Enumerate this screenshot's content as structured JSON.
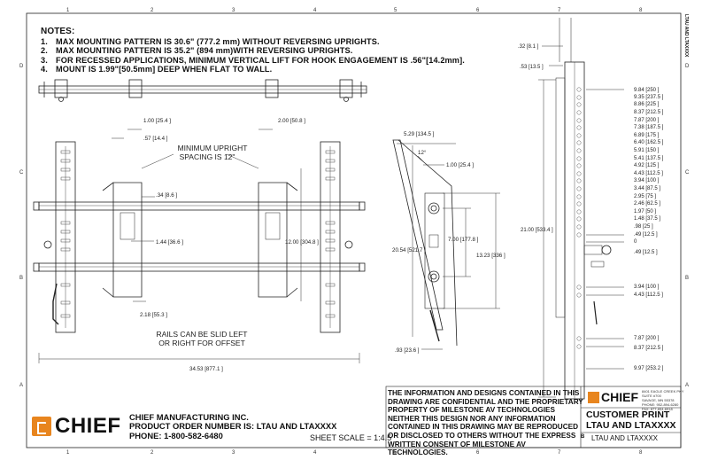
{
  "notes": {
    "heading": "NOTES:",
    "items": [
      {
        "num": "1.",
        "text": "MAX MOUNTING PATTERN IS 30.6\" (777.2 mm) WITHOUT REVERSING UPRIGHTS."
      },
      {
        "num": "2.",
        "text": "MAX MOUNTING PATTERN IS 35.2\" (894 mm)WITH REVERSING UPRIGHTS."
      },
      {
        "num": "3.",
        "text": "FOR RECESSED APPLICATIONS, MINIMUM VERTICAL LIFT FOR HOOK ENGAGEMENT IS .56\"[14.2mm]."
      },
      {
        "num": "4.",
        "text": "MOUNT IS 1.99\"[50.5mm] DEEP WHEN FLAT TO WALL."
      }
    ]
  },
  "border": {
    "col_numbers": [
      "1",
      "2",
      "3",
      "4",
      "5",
      "6",
      "7",
      "8"
    ],
    "row_letters": [
      "D",
      "C",
      "B",
      "A"
    ],
    "side_label": "LTAU AND LTAXXXX"
  },
  "front_view": {
    "dim_top_left": "1.00 [25.4 ]",
    "dim_top_right": "2.00 [50.8 ]",
    "dim_57": ".57 [14.4 ]",
    "min_upright_1": "MINIMUM UPRIGHT",
    "min_upright_2": "SPACING IS 12\"",
    "dim_34": ".34 [8.6 ]",
    "dim_144": "1.44 [36.6 ]",
    "dim_1200": "12.00 [304.8 ]",
    "dim_218": "2.18 [55.3 ]",
    "rails_1": "RAILS CAN BE SLID LEFT",
    "rails_2": "OR RIGHT FOR OFFSET",
    "dim_3453": "34.53 [877.1 ]"
  },
  "side_view": {
    "dim_529": "5.29 [134.5 ]",
    "dim_12deg": "12°",
    "dim_100": "1.00 [25.4 ]",
    "dim_2054": "20.54 [521.7 ]",
    "dim_700": "7.00 [177.8 ]",
    "dim_1323": "13.23 [336 ]",
    "dim_93": ".93 [23.6 ]"
  },
  "upright_view": {
    "dim_32": ".32 [8.1 ]",
    "dim_53": ".53 [13.5 ]",
    "dim_2100": "21.00 [533.4 ]",
    "scale_labels": [
      "9.84 [250 ]",
      "9.35 [237.5 ]",
      "8.86 [225 ]",
      "8.37 [212.5 ]",
      "7.87 [200 ]",
      "7.38 [187.5 ]",
      "6.89 [175 ]",
      "6.40 [162.5 ]",
      "5.91 [150 ]",
      "5.41 [137.5 ]",
      "4.92 [125 ]",
      "4.43 [112.5 ]",
      "3.94 [100 ]",
      "3.44 [87.5 ]",
      "2.95 [75 ]",
      "2.46 [62.5 ]",
      "1.97 [50 ]",
      "1.48 [37.5 ]",
      ".98 [25 ]",
      ".49 [12.5 ]",
      "0"
    ],
    "lower_labels": [
      ".49 [12.5 ]",
      "3.94 [100 ]",
      "4.43 [112.5 ]",
      "7.87 [200 ]",
      "8.37 [212.5 ]",
      "9.97 [253.2 ]"
    ]
  },
  "disclaimer": "THE INFORMATION AND DESIGNS CONTAINED IN THIS DRAWING ARE CONFIDENTIAL AND THE PROPRIETARY PROPERTY OF MILESTONE AV TECHNOLOGIES NEITHER THIS DESIGN NOR ANY INFORMATION CONTAINED IN THIS DRAWING MAY BE REPRODUCED OR DISCLOSED TO OTHERS WITHOUT THE EXPRESS WRITTEN CONSENT OF MILESTONE AV TECHNOLOGIES.",
  "company": {
    "logo": "CHIEF",
    "line1": "CHIEF MANUFACTURING INC.",
    "line2": "PRODUCT ORDER NUMBER IS: LTAU AND LTAXXXX",
    "line3": "PHONE: 1-800-582-6480"
  },
  "sheet_scale": "SHEET SCALE = 1:4.5",
  "title_block": {
    "logo": "CHIEF",
    "address": [
      "8401 EAGLE CREEK PKY",
      "SUITE #700",
      "SAVAGE, MN 55378",
      "PHONE: 952-894-6280",
      "FAX: 877-894-6918"
    ],
    "title_line1": "CUSTOMER PRINT",
    "title_line2": "LTAU AND LTAXXXX",
    "size": "B",
    "subtitle": "LTAU AND LTAXXXX"
  },
  "colors": {
    "line": "#222222",
    "accent": "#e8851e",
    "background": "#ffffff"
  }
}
